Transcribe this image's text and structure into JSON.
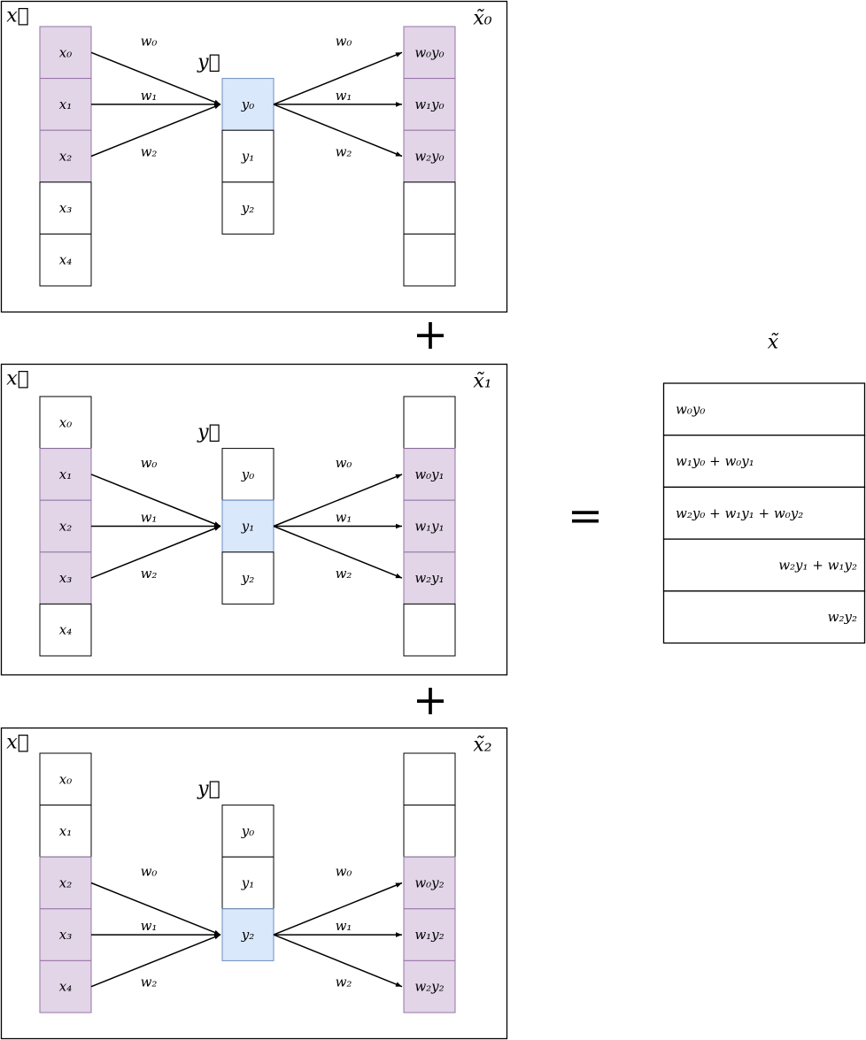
{
  "colors": {
    "highlight_input_fill": "#e1d5e7",
    "highlight_input_stroke": "#9673a6",
    "highlight_kernel_fill": "#dae8fc",
    "highlight_kernel_stroke": "#6c8ebf",
    "default_fill": "#ffffff",
    "default_stroke": "#000000"
  },
  "panels": [
    {
      "input_label": "x⃗",
      "kernel_label": "y⃗",
      "output_label": "x̃₀",
      "input_cells": [
        "x₀",
        "x₁",
        "x₂",
        "x₃",
        "x₄"
      ],
      "kernel_cells": [
        "y₀",
        "y₁",
        "y₂"
      ],
      "output_cells": [
        "w₀y₀",
        "w₁y₀",
        "w₂y₀",
        "",
        ""
      ],
      "active_kernel": 0,
      "active_input_start": 0,
      "weights_in": [
        "w₀",
        "w₁",
        "w₂"
      ],
      "weights_out": [
        "w₀",
        "w₁",
        "w₂"
      ]
    },
    {
      "input_label": "x⃗",
      "kernel_label": "y⃗",
      "output_label": "x̃₁",
      "input_cells": [
        "x₀",
        "x₁",
        "x₂",
        "x₃",
        "x₄"
      ],
      "kernel_cells": [
        "y₀",
        "y₁",
        "y₂"
      ],
      "output_cells": [
        "",
        "w₀y₁",
        "w₁y₁",
        "w₂y₁",
        ""
      ],
      "active_kernel": 1,
      "active_input_start": 1,
      "weights_in": [
        "w₀",
        "w₁",
        "w₂"
      ],
      "weights_out": [
        "w₀",
        "w₁",
        "w₂"
      ]
    },
    {
      "input_label": "x⃗",
      "kernel_label": "y⃗",
      "output_label": "x̃₂",
      "input_cells": [
        "x₀",
        "x₁",
        "x₂",
        "x₃",
        "x₄"
      ],
      "kernel_cells": [
        "y₀",
        "y₁",
        "y₂"
      ],
      "output_cells": [
        "",
        "",
        "w₀y₂",
        "w₁y₂",
        "w₂y₂"
      ],
      "active_kernel": 2,
      "active_input_start": 2,
      "weights_in": [
        "w₀",
        "w₁",
        "w₂"
      ],
      "weights_out": [
        "w₀",
        "w₁",
        "w₂"
      ]
    }
  ],
  "operators": {
    "plus": "+",
    "equals": "="
  },
  "result": {
    "label": "x̃",
    "cells": [
      "w₀y₀",
      "w₁y₀ + w₀y₁",
      "w₂y₀ + w₁y₁ + w₀y₂",
      "w₂y₁ + w₁y₂",
      "w₂y₂"
    ],
    "align": [
      "left",
      "left",
      "left",
      "right",
      "right"
    ]
  }
}
